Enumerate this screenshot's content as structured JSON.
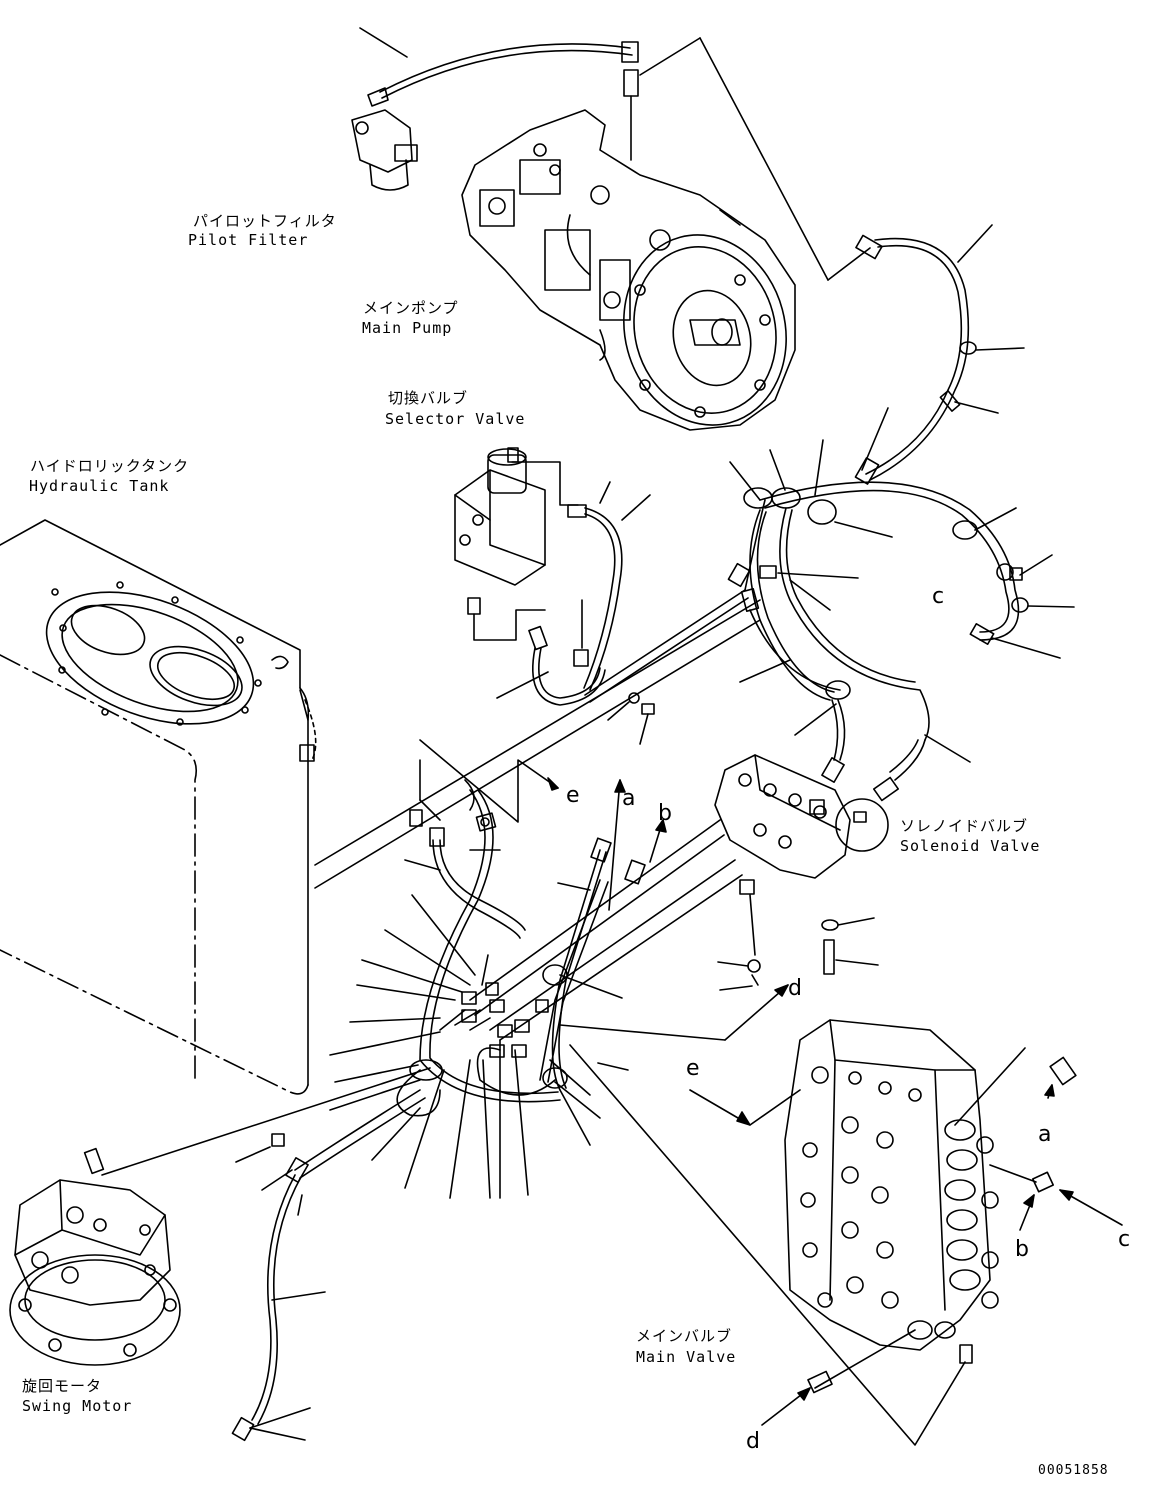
{
  "components": {
    "pilot_filter": {
      "jp": "パイロットフィルタ",
      "en": "Pilot Filter"
    },
    "main_pump": {
      "jp": "メインポンプ",
      "en": "Main Pump"
    },
    "selector_valve": {
      "jp": "切換バルブ",
      "en": "Selector Valve"
    },
    "hydraulic_tank": {
      "jp": "ハイドロリックタンク",
      "en": "Hydraulic Tank"
    },
    "solenoid_valve": {
      "jp": "ソレノイドバルブ",
      "en": "Solenoid Valve"
    },
    "main_valve": {
      "jp": "メインバルブ",
      "en": "Main Valve"
    },
    "swing_motor": {
      "jp": "旋回モータ",
      "en": "Swing Motor"
    }
  },
  "callouts": {
    "a": "a",
    "b": "b",
    "c": "c",
    "d": "d",
    "e": "e"
  },
  "drawing_number": "00051858",
  "colors": {
    "line": "#000000",
    "background": "#ffffff"
  }
}
